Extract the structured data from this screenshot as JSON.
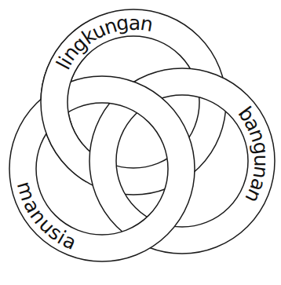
{
  "diagram": {
    "nodes": [
      {
        "text": [
          "lingkungan"
        ]
      },
      {
        "text": [
          "bangunan"
        ]
      },
      {
        "text": [
          "manusia"
        ]
      }
    ]
  }
}
